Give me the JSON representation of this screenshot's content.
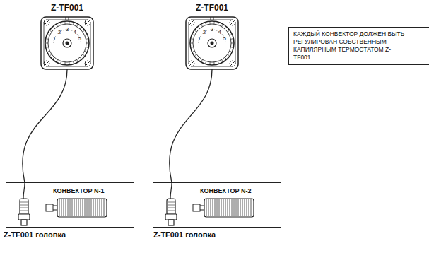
{
  "diagram": {
    "nodes": [
      {
        "text": [
          "Z-TF001"
        ]
      },
      {
        "text": [
          "Z-TF001"
        ]
      },
      {
        "text": [
          "КАЖДЫЙ КОНВЕКТОР ДОЛЖЕН БЫТЬ РЕГУЛИРОВАН СОБСТВЕННЫМ КАПИЛЯРНЫМ ТЕРМОСТАТОМ Z-TF001"
        ]
      },
      {
        "text": [
          "КОНВЕКТОР N-1"
        ]
      },
      {
        "text": [
          "КОНВЕКТОР N-2"
        ]
      }
    ],
    "edges": [
      {
        "from": 0,
        "to": 3,
        "arrow": "none"
      },
      {
        "from": 1,
        "to": 4,
        "arrow": "none"
      }
    ],
    "labels": [
      "1",
      "2",
      "3",
      "4",
      "5",
      "1",
      "2",
      "3",
      "4",
      "5",
      "Z-TF001 головка",
      "Z-TF001 головка"
    ]
  }
}
